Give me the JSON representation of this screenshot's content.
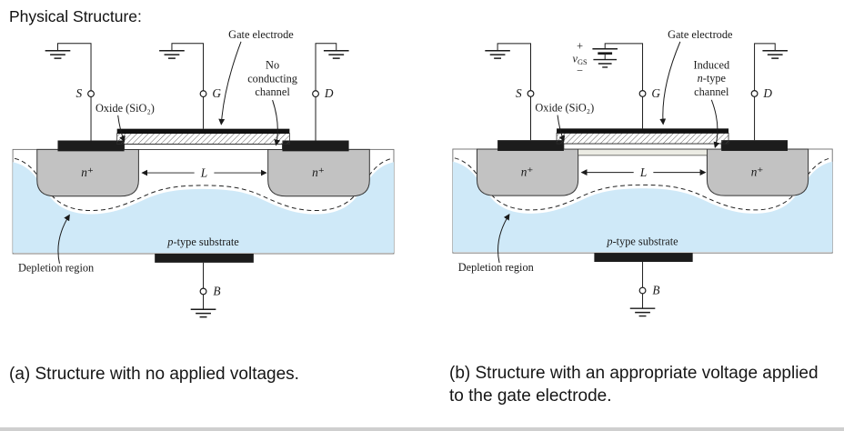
{
  "page": {
    "title": "Physical Structure:"
  },
  "diagram_a": {
    "caption": "(a) Structure with no applied voltages.",
    "labels": {
      "gate_electrode": "Gate electrode",
      "channel_l1": "No",
      "channel_l2_italic": "",
      "channel_l2": "conducting",
      "channel_l3": "channel",
      "oxide": "Oxide (SiO₂)",
      "terminal_s": "S",
      "terminal_g": "G",
      "terminal_d": "D",
      "terminal_b": "B",
      "n_plus_left": "n⁺",
      "n_plus_right": "n⁺",
      "channel_length": "L",
      "substrate_p": "p",
      "substrate_rest": "-type substrate",
      "depletion": "Depletion region"
    }
  },
  "diagram_b": {
    "caption": "(b) Structure with an appropriate voltage applied to the gate electrode.",
    "labels": {
      "gate_electrode": "Gate electrode",
      "channel_l1": "Induced",
      "channel_l2_italic": "n",
      "channel_l2": "-type",
      "channel_l3": "channel",
      "oxide": "Oxide (SiO₂)",
      "terminal_s": "S",
      "terminal_g": "G",
      "terminal_d": "D",
      "terminal_b": "B",
      "n_plus_left": "n⁺",
      "n_plus_right": "n⁺",
      "channel_length": "L",
      "substrate_p": "p",
      "substrate_rest": "-type substrate",
      "depletion": "Depletion region",
      "vgs_plus": "+",
      "vgs_v": "v",
      "vgs_sub": "GS",
      "vgs_minus": "−"
    }
  },
  "colors": {
    "substrate_fill": "#cfe9f8",
    "well_fill": "#c2c2c2",
    "contact_fill": "#1c1c1c"
  }
}
